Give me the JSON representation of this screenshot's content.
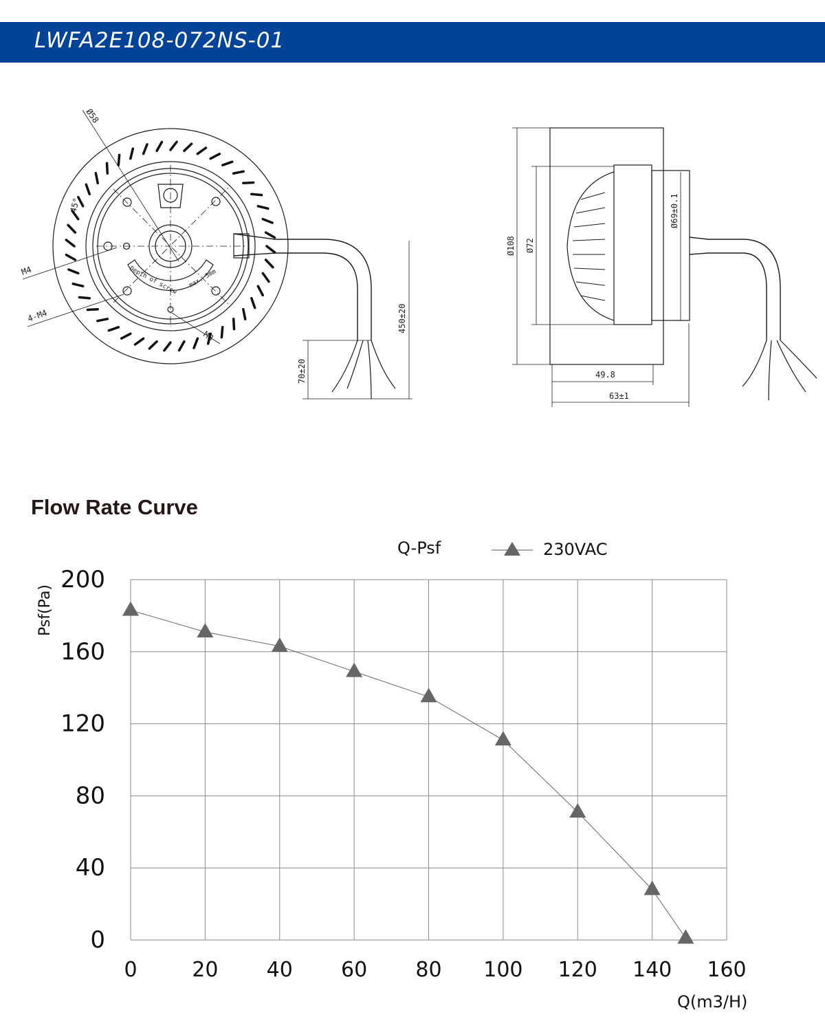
{
  "header": {
    "model": "LWFA2E108-072NS-01",
    "color": "#00449a"
  },
  "drawing": {
    "front_view": {
      "dia_58": "Ø58",
      "angle": "45°",
      "m4": "M4",
      "m4x4": "4-M4",
      "m3": "M3",
      "screw_note_1": "Depth of screw",
      "screw_note_2": "max. 5mm",
      "cable_length": "450±20",
      "lead_length": "70±20"
    },
    "side_view": {
      "dia_108": "Ø108",
      "dia_72": "Ø72",
      "dia_69": "Ø69±0.1",
      "width_49": "49.8",
      "width_63": "63±1"
    }
  },
  "section_title": "Flow Rate Curve",
  "chart_data": {
    "type": "line",
    "legend_title": "Q-Psf",
    "series": [
      {
        "name": "230VAC",
        "marker": "triangle",
        "color": "#666666",
        "x": [
          0,
          20,
          40,
          60,
          80,
          100,
          120,
          140,
          149
        ],
        "y": [
          183,
          171,
          163,
          149,
          135,
          111,
          71,
          28,
          1
        ]
      }
    ],
    "xlabel": "Q(m3/H)",
    "ylabel": "Psf(Pa)",
    "xlim": [
      0,
      160
    ],
    "ylim": [
      0,
      200
    ],
    "xticks": [
      0,
      20,
      40,
      60,
      80,
      100,
      120,
      140,
      160
    ],
    "yticks": [
      0,
      40,
      80,
      120,
      160,
      200
    ],
    "grid": true,
    "legend_position": "top"
  }
}
